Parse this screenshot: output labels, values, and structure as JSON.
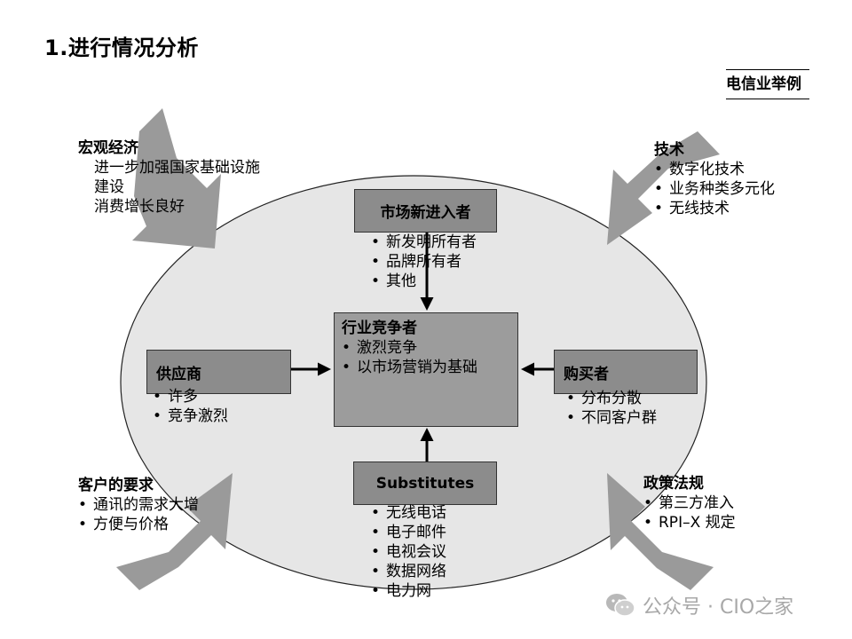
{
  "title": "1.进行情况分析",
  "example_tag": "电信业举例",
  "corners": {
    "macro": {
      "heading": "宏观经济",
      "lines": [
        "进一步加强国家基础设施",
        "建设",
        "消费增长良好"
      ]
    },
    "tech": {
      "heading": "技术",
      "items": [
        "数字化技术",
        "业务种类多元化",
        "无线技术"
      ]
    },
    "customer": {
      "heading": "客户的要求",
      "items": [
        "通讯的需求大增",
        "方便与价格"
      ]
    },
    "policy": {
      "heading": "政策法规",
      "items": [
        "第三方准入",
        "RPI–X 规定"
      ]
    }
  },
  "forces": {
    "new_entrants": {
      "label": "市场新进入者",
      "items": [
        "新发明所有者",
        "品牌所有者",
        "其他"
      ]
    },
    "competitors": {
      "label": "行业竞争者",
      "items": [
        "激烈竞争",
        "以市场营销为基础"
      ]
    },
    "suppliers": {
      "label": "供应商",
      "items": [
        "许多",
        "竞争激烈"
      ]
    },
    "buyers": {
      "label": "购买者",
      "items": [
        "分布分散",
        "不同客户群"
      ]
    },
    "substitutes": {
      "label": "Substitutes",
      "items": [
        "无线电话",
        "电子邮件",
        "电视会议",
        "数据网络",
        "电力网"
      ]
    }
  },
  "watermark": {
    "text": "公众号 · CIO之家",
    "icon": "wechat-icon"
  },
  "colors": {
    "ellipse_fill": "#e6e6e6",
    "box_fill": "#8c8c8c",
    "center_fill": "#9c9c9c",
    "big_arrow": "#9a9a9a",
    "watermark": "#a8a8a8"
  }
}
